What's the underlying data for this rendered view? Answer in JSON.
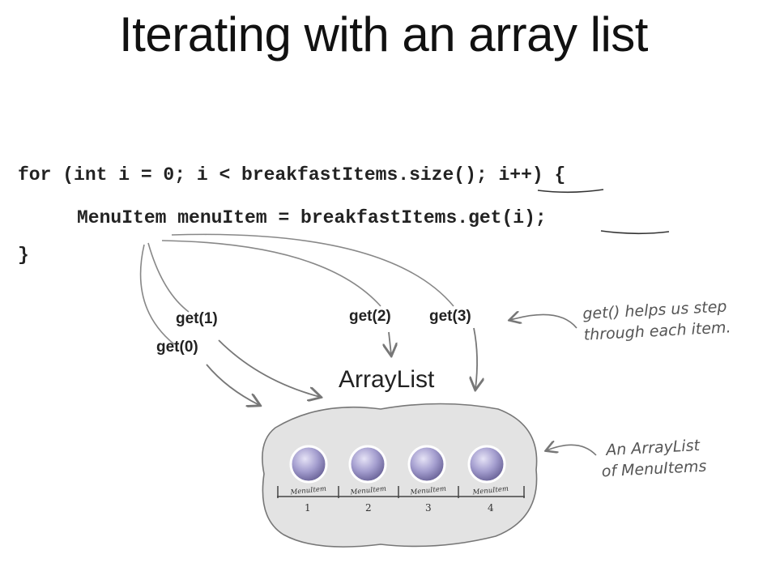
{
  "slide": {
    "title": "Iterating with an array list"
  },
  "code": {
    "line1": "for (int i = 0; i < breakfastItems.size(); i++) {",
    "line2": "MenuItem menuItem = breakfastItems.get(i);",
    "line3": "}"
  },
  "calls": {
    "get0": "get(0)",
    "get1": "get(1)",
    "get2": "get(2)",
    "get3": "get(3)"
  },
  "arraylist": {
    "heading": "ArrayList",
    "item_label": "MenuItem",
    "slots": [
      "1",
      "2",
      "3",
      "4"
    ]
  },
  "notes": {
    "get_line1": "get() helps us step",
    "get_line2": "through each item.",
    "arraylist_line1": "An ArrayList",
    "arraylist_line2": "of MenuItems"
  },
  "colors": {
    "blob_fill": "#e3e3e3",
    "ball_fill": "#9f98cc",
    "arrow": "#777777"
  }
}
